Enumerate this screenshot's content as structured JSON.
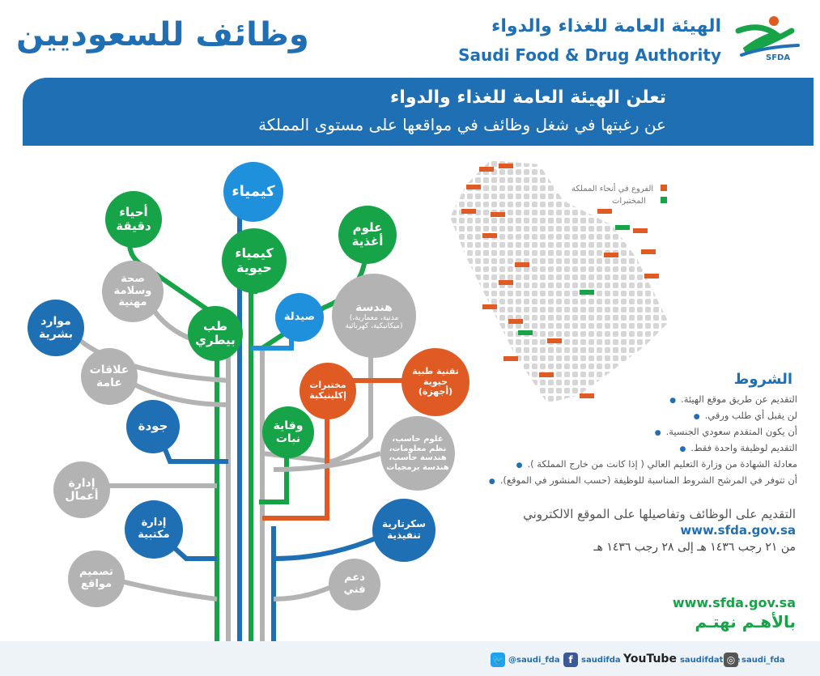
{
  "header": {
    "title": "وظائف للسعوديين",
    "sfda_arabic": "الهيئة العامة للغذاء والدواء",
    "sfda_english": "Saudi Food & Drug Authority",
    "logo_text": "SFDA"
  },
  "banner": {
    "line1": "تعلن الهيئة العامة للغذاء والدواء",
    "line2": "عن رغبتها في شغل وظائف في مواقعها على مستوى المملكة"
  },
  "tree": {
    "chemistry": "كيمياء",
    "microbiology": "أحياء دقيقة",
    "food_science": "علوم أغذية",
    "biochemistry": "كيمياء حيوية",
    "occupational_safety": "صحة وسلامة مهنية",
    "engineering": "هندسة",
    "engineering_sub": "(مدنية، معمارية، ميكانيكية، كهربائية)",
    "hr": "موارد بشرية",
    "medicine": "طب بيطري",
    "pharmacy": "صيدلة",
    "public_relations": "علاقات عامة",
    "biomedical": "تقنية طبية حيوية (أجهزة)",
    "clinical_labs": "مختبرات إكلينيكية",
    "quality": "جودة",
    "plant_protection": "وقاية نبات",
    "computer": "علوم حاسب، نظم معلومات، هندسة حاسب، هندسة برمجيات",
    "business": "إدارة أعمال",
    "office_admin": "إدارة مكتبية",
    "exec_secretary": "سكرتارية تنفيذية",
    "web_design": "تصميم مواقع",
    "tech_support": "دعم فني"
  },
  "map": {
    "legend_branches": "الفروع في أنحاء المملكة",
    "legend_labs": "المختبرات"
  },
  "conditions": {
    "title": "الشروط",
    "items": [
      "التقديم عن طريق موقع الهيئة.",
      "لن يقبل أي طلب ورقي.",
      "أن يكون المتقدم سعودي الجنسية.",
      "التقديم لوظيفة واحدة فقط.",
      "معادلة الشهادة من وزارة التعليم العالي ( إذا كانت من خارج المملكة ).",
      "أن تتوفر في المرشح الشروط المناسبة للوظيفة (حسب المنشور في الموقع)."
    ]
  },
  "apply": {
    "line1": "التقديم على الوظائف وتفاصيلها على الموقع الالكتروني",
    "url": "www.sfda.gov.sa",
    "dates": "من ٢١ رجب ١٤٣٦ هـ إلى ٢٨ رجب ١٤٣٦ هـ"
  },
  "footer": {
    "url": "www.sfda.gov.sa",
    "slogan": "بالأهـم نهتـم",
    "twitter": "@saudi_fda",
    "facebook": "saudifda",
    "youtube_brand": "YouTube",
    "youtube": "saudifdatube",
    "instagram": "saudi_fda"
  },
  "colors": {
    "blue": "#1f6fb5",
    "green": "#17a348",
    "gray": "#b3b3b3",
    "orange": "#e05a24",
    "light_blue": "#1e90dc"
  }
}
